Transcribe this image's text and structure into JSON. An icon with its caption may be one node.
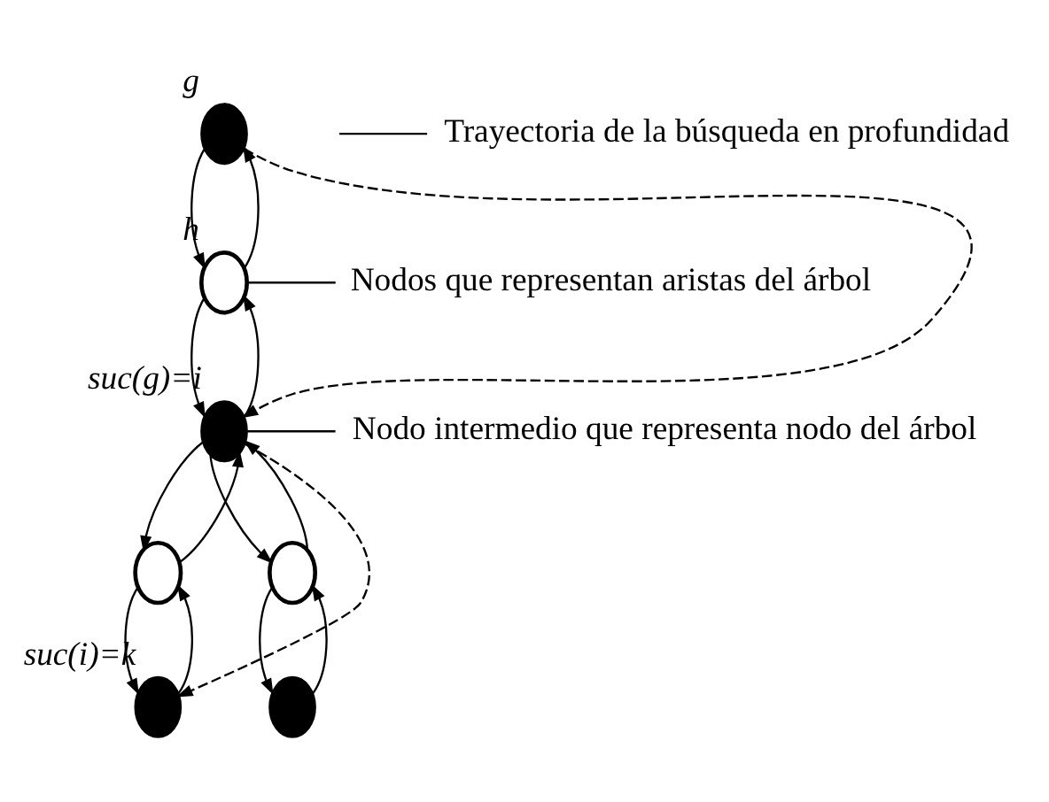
{
  "diagram": {
    "nodes": [
      {
        "text": [],
        "shape": "circle",
        "beside": [
          "g"
        ]
      },
      {
        "text": [
          "Trayectoria de la búsqueda en profundidad"
        ]
      },
      {
        "text": [],
        "shape": "circle",
        "beside": [
          "h"
        ]
      },
      {
        "text": [
          "Nodos que representan aristas del árbol"
        ]
      },
      {
        "text": [],
        "shape": "circle",
        "beside": [
          "suc(g)=i"
        ]
      },
      {
        "text": [
          "Nodo intermedio que representa nodo del árbol"
        ]
      },
      {
        "text": [],
        "shape": "circle"
      },
      {
        "text": [],
        "shape": "circle"
      },
      {
        "text": [],
        "shape": "circle",
        "beside": [
          "suc(i)=k"
        ]
      },
      {
        "text": [],
        "shape": "circle"
      }
    ],
    "edges": [
      {
        "from": 0,
        "to": 2,
        "arrow": "to"
      },
      {
        "from": 2,
        "to": 0,
        "arrow": "to"
      },
      {
        "from": 2,
        "to": 4,
        "arrow": "to"
      },
      {
        "from": 4,
        "to": 2,
        "arrow": "to"
      },
      {
        "from": 4,
        "to": 6,
        "arrow": "to"
      },
      {
        "from": 6,
        "to": 4,
        "arrow": "to"
      },
      {
        "from": 4,
        "to": 7,
        "arrow": "to"
      },
      {
        "from": 7,
        "to": 4,
        "arrow": "to"
      },
      {
        "from": 6,
        "to": 8,
        "arrow": "to"
      },
      {
        "from": 8,
        "to": 6,
        "arrow": "to"
      },
      {
        "from": 7,
        "to": 9,
        "arrow": "to"
      },
      {
        "from": 9,
        "to": 7,
        "arrow": "to"
      },
      {
        "from": 0,
        "to": 4,
        "arrow": "to",
        "style": "dashed"
      },
      {
        "from": 4,
        "to": 8,
        "arrow": "to",
        "style": "dashed"
      },
      {
        "from": 1,
        "to": null,
        "arrow": "none"
      },
      {
        "from": 3,
        "to": 2,
        "arrow": "none"
      },
      {
        "from": 5,
        "to": 4,
        "arrow": "none"
      }
    ]
  }
}
